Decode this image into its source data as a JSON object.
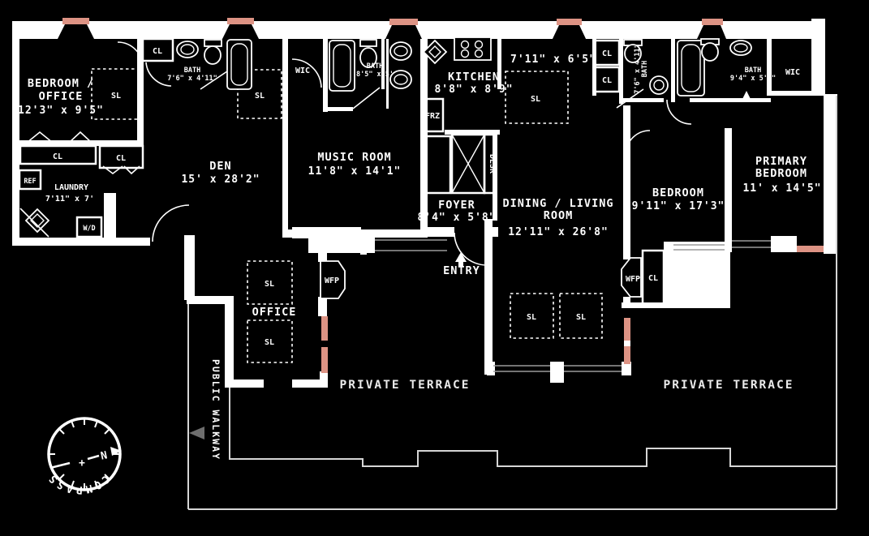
{
  "rooms": {
    "bedroom_office": {
      "name_l1": "BEDROOM /",
      "name_l2": "OFFICE",
      "dims": "12'3\" x 9'5\""
    },
    "den": {
      "name": "DEN",
      "dims": "15' x 28'2\""
    },
    "music_room": {
      "name": "MUSIC ROOM",
      "dims": "11'8\" x 14'1\""
    },
    "kitchen": {
      "name": "KITCHEN",
      "dims": "8'8\" x 8'9\""
    },
    "gallery": {
      "dims": "7'11\" x 6'5\""
    },
    "foyer": {
      "name": "FOYER",
      "dims": "8'4\" x 5'8\""
    },
    "dining_living": {
      "name_l1": "DINING / LIVING",
      "name_l2": "ROOM",
      "dims": "12'11\" x 26'8\""
    },
    "bedroom": {
      "name": "BEDROOM",
      "dims": "9'11\" x 17'3\""
    },
    "primary_bedroom": {
      "name_l1": "PRIMARY",
      "name_l2": "BEDROOM",
      "dims": "11' x 14'5\""
    },
    "laundry": {
      "name": "LAUNDRY",
      "dims": "7'11\" x 7'"
    },
    "office": {
      "name": "OFFICE"
    },
    "bath_den": {
      "name": "BATH",
      "dims": "7'6\" x 4'11\""
    },
    "bath_music": {
      "name": "BATH",
      "dims": "8'5\" x 5'"
    },
    "bath_hall": {
      "name": "BATH",
      "dims": "7'6\" x 4'11\""
    },
    "bath_primary": {
      "name": "BATH",
      "dims": "9'4\" x 5'3\""
    }
  },
  "labels": {
    "cl": "CL",
    "sl": "SL",
    "wic": "WIC",
    "wfp": "WFP",
    "frz": "FRZ",
    "ref": "REF",
    "wd": "W/D",
    "desk": "DESK",
    "entry": "ENTRY",
    "private_terrace": "PRIVATE TERRACE",
    "public_walkway": "PUBLIC WALKWAY"
  },
  "compass": {
    "word": "COMPASS",
    "north_letter": "N"
  },
  "colors": {
    "background": "#000000",
    "walls": "#ffffff",
    "window_accent": "#dd9384",
    "north_arrow": "#3fe3e3",
    "terrace_outline": "#d6d6d6"
  }
}
